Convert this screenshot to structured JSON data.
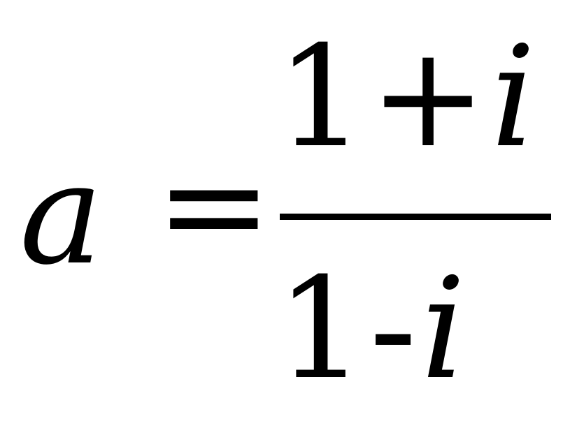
{
  "formula": {
    "lhs_variable": "a",
    "equals_sign": "=",
    "numerator": {
      "term1": "1",
      "operator": "+",
      "term2": "i"
    },
    "denominator": {
      "term1": "1",
      "operator": "-",
      "term2": "i"
    }
  }
}
